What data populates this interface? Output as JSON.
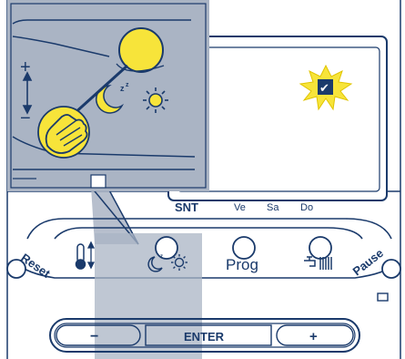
{
  "display": {
    "day_labels": [
      "Ve",
      "Sa",
      "Do"
    ],
    "partial_label": "SNT",
    "checkbox_mark": "✔"
  },
  "controls": {
    "reset_label": "Reset",
    "prog_label": "Prog",
    "pause_label": "Pause",
    "enter_label": "ENTER",
    "minus_label": "−",
    "plus_label": "+"
  },
  "zoom_inset": {
    "plus_label": "+",
    "minus_label": "−"
  },
  "icons": [
    "thermometer-icon",
    "moon-sleep-icon",
    "sun-icon",
    "tap-icon",
    "radiator-icon",
    "hand-pointer-icon",
    "checkbox-icon",
    "up-down-arrow-icon"
  ],
  "colors": {
    "line": "#1a3a6b",
    "highlight_yellow": "#f7e43a",
    "zoom_overlay": "#aab4c4",
    "background": "#ffffff"
  }
}
